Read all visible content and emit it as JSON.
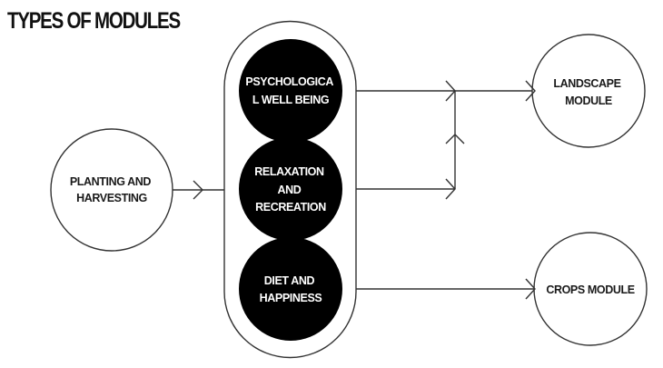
{
  "title": "TYPES OF MODULES",
  "colors": {
    "stroke": "#333333",
    "filled_node": "#000000",
    "filled_text": "#ffffff",
    "outline_text": "#1a1a1a",
    "background": "#ffffff"
  },
  "nodes": {
    "input": {
      "lines": [
        "PLANTING AND",
        "HARVESTING"
      ]
    },
    "group": [
      {
        "id": "psychological",
        "lines": [
          "PSYCHOLOGICA",
          "L WELL BEING"
        ]
      },
      {
        "id": "relaxation",
        "lines": [
          "RELAXATION",
          "AND",
          "RECREATION"
        ]
      },
      {
        "id": "diet",
        "lines": [
          "DIET AND",
          "HAPPINESS"
        ]
      }
    ],
    "outputs": {
      "landscape": {
        "lines": [
          "LANDSCAPE",
          "MODULE"
        ]
      },
      "crops": {
        "lines": [
          "CROPS MODULE"
        ]
      }
    }
  },
  "edges": [
    {
      "from": "PLANTING AND HARVESTING",
      "to": "module group"
    },
    {
      "from": "PSYCHOLOGICAL WELL BEING",
      "to": "LANDSCAPE MODULE"
    },
    {
      "from": "RELAXATION AND RECREATION",
      "to": "LANDSCAPE MODULE"
    },
    {
      "from": "DIET AND HAPPINESS",
      "to": "CROPS MODULE"
    }
  ]
}
